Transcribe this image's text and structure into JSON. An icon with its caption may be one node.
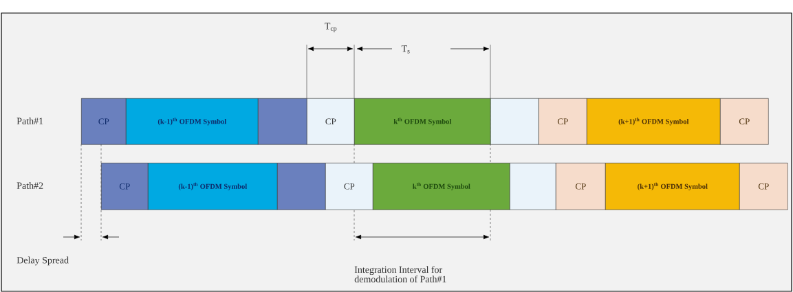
{
  "diagram": {
    "nodes": [
      {
        "text": [
          "CP"
        ]
      },
      {
        "text": [
          "(k-1)$^{th}$ OFDM Symbol"
        ]
      },
      {
        "text": [],
        "shape": "box"
      },
      {
        "text": [
          "CP"
        ]
      },
      {
        "text": [
          "k$^{th}$ OFDM Symbol"
        ]
      },
      {
        "text": [],
        "shape": "box"
      },
      {
        "text": [
          "CP"
        ]
      },
      {
        "text": [
          "(k+1)$^{th}$ OFDM Symbol"
        ]
      },
      {
        "text": [
          "CP"
        ]
      },
      {
        "text": [
          "CP"
        ]
      },
      {
        "text": [
          "(k-1)$^{th}$ OFDM Symbol"
        ]
      },
      {
        "text": [],
        "shape": "box"
      },
      {
        "text": [
          "CP"
        ]
      },
      {
        "text": [
          "k$^{th}$ OFDM Symbol"
        ]
      },
      {
        "text": [],
        "shape": "box"
      },
      {
        "text": [
          "CP"
        ]
      },
      {
        "text": [
          "(k+1)$^{th}$ OFDM Symbol"
        ]
      },
      {
        "text": [
          "CP"
        ]
      }
    ],
    "labels": [
      "T$_{cp}$",
      "T$_{s}$",
      "Path#1",
      "Path#2",
      "Delay Spread",
      "Integration Interval for demodulation of Path#1"
    ]
  }
}
